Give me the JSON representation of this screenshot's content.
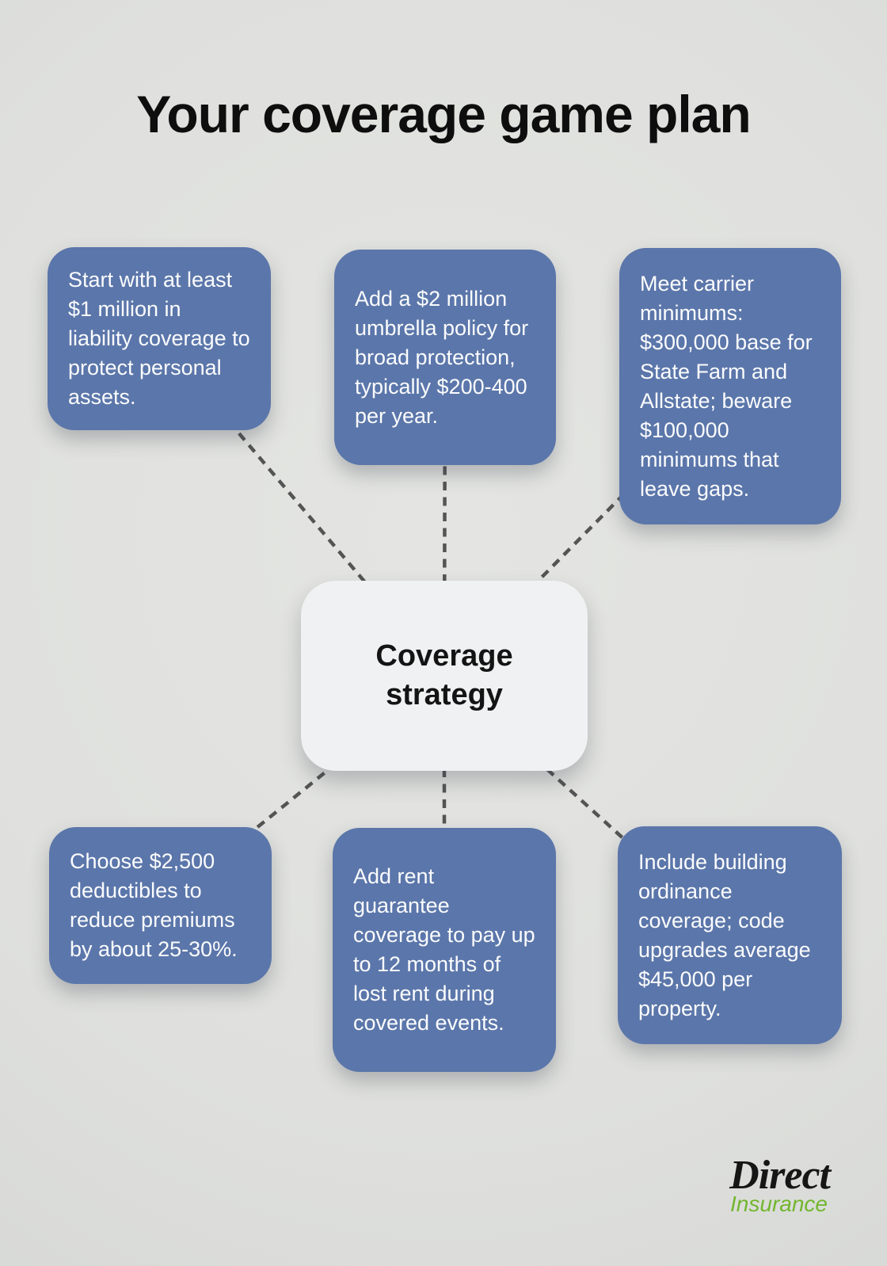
{
  "title": "Your coverage game plan",
  "center": {
    "label": "Coverage strategy"
  },
  "nodes": [
    {
      "id": "top-left",
      "text": "Start with at least $1 million in liability coverage to protect personal assets."
    },
    {
      "id": "top-middle",
      "text": "Add a $2 million umbrella policy for broad protection, typically $200-400 per year."
    },
    {
      "id": "top-right",
      "text": "Meet carrier minimums: $300,000 base for State Farm and Allstate; beware $100,000 minimums that leave gaps."
    },
    {
      "id": "bottom-left",
      "text": "Choose $2,500 deductibles to reduce premiums by about 25-30%."
    },
    {
      "id": "bottom-middle",
      "text": "Add rent guarantee coverage to pay up to 12 months of lost rent during covered events."
    },
    {
      "id": "bottom-right",
      "text": "Include building ordinance coverage; code upgrades average $45,000 per property."
    }
  ],
  "logo": {
    "primary": "Direct",
    "secondary": "Insurance",
    "primary_color": "#161616",
    "secondary_color": "#72b62e"
  },
  "colors": {
    "background": "#dfe0dd",
    "node_fill": "#5b76aa",
    "node_text": "#fbfcfd",
    "center_fill": "#f0f1f2",
    "center_text": "#141414",
    "connector": "#545454"
  }
}
